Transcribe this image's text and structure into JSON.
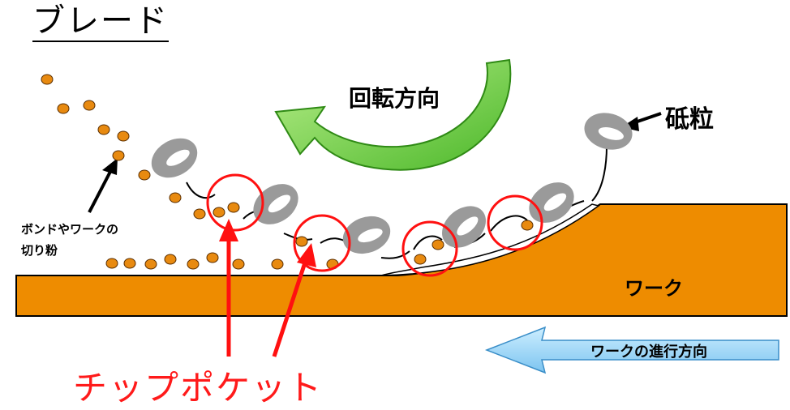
{
  "title": "ブレード",
  "labels": {
    "rotation_direction": "回転方向",
    "abrasive_grain": "砥粒",
    "debris_line1": "ボンドやワークの",
    "debris_line2": "切り粉",
    "work": "ワーク",
    "feed_direction": "ワークの進行方向",
    "chip_pocket": "チップポケット"
  },
  "colors": {
    "work": "#ee8c00",
    "work_border": "#000000",
    "chip": "#e88a10",
    "grain": "#9a9a9a",
    "pocket_circle": "#ff1010",
    "rotation_arrow": "#66cc33",
    "feed_arrow": "#8ecff5",
    "label_red": "#ff1a1a"
  }
}
